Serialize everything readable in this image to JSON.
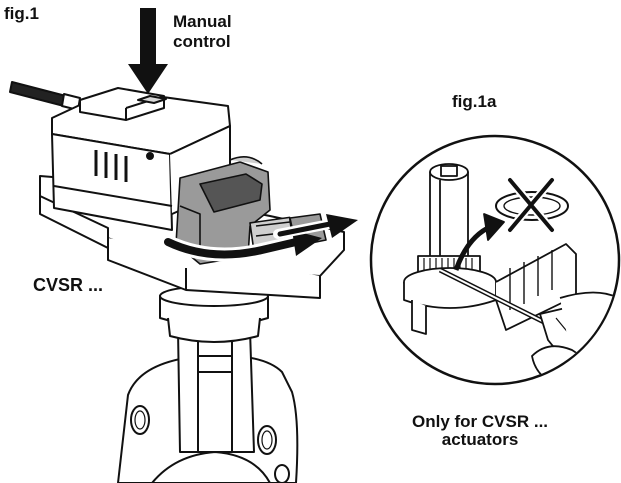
{
  "labels": {
    "fig1": "fig.1",
    "manual_line1": "Manual",
    "manual_line2": "control",
    "fig1a": "fig.1a",
    "cvsr": "CVSR ...",
    "only_line1": "Only for CVSR ...",
    "only_line2": "actuators"
  },
  "icons": [
    "push-arrow-icon",
    "rotate-arrow-icon",
    "remove-arrow-icon",
    "cross-icon",
    "screwdriver-icon"
  ],
  "colors": {
    "line": "#111111",
    "light_fill": "#ffffff",
    "dark_grey": "#555555",
    "mid_grey": "#9a9a9a",
    "light_grey": "#cfcfcf"
  }
}
